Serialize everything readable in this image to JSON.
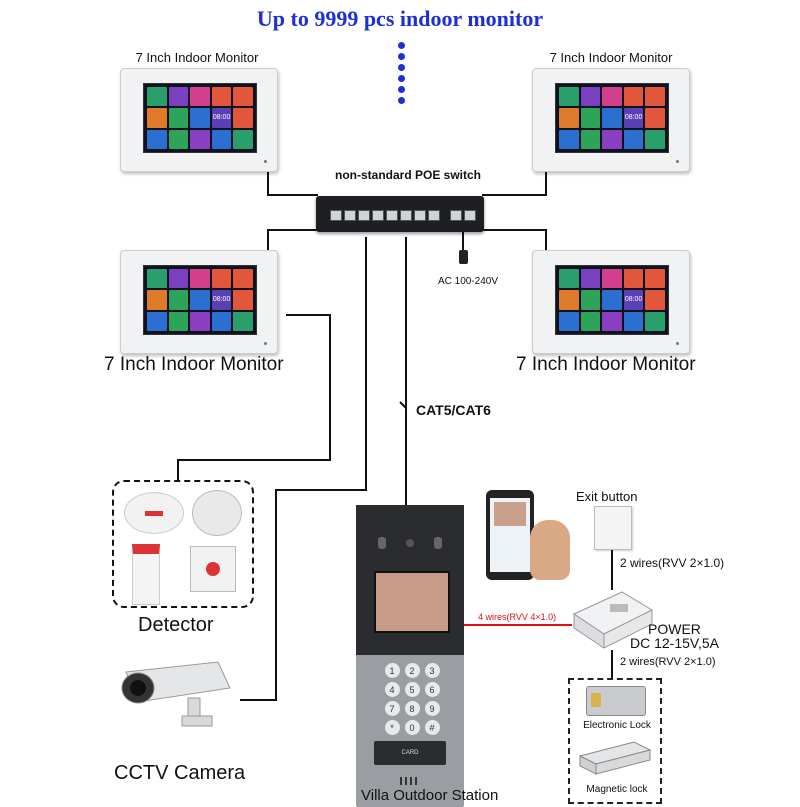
{
  "headline": "Up to 9999 pcs indoor monitor",
  "colors": {
    "headline": "#1d2fd6",
    "cable_red": "#dd1111",
    "wire_black": "#111111"
  },
  "monitors": {
    "top_left_label": "7 Inch Indoor Monitor",
    "top_right_label": "7 Inch Indoor Monitor",
    "mid_left_label": "7 Inch Indoor Monitor",
    "mid_right_label": "7 Inch Indoor Monitor",
    "screen_time": "08:00"
  },
  "switch": {
    "label": "non-standard POE switch",
    "power_label": "AC 100-240V"
  },
  "cable_label": "CAT5/CAT6",
  "outdoor_station": {
    "label": "Villa Outdoor Station",
    "keys": [
      "1",
      "2",
      "3",
      "4",
      "5",
      "6",
      "7",
      "8",
      "9",
      "*",
      "0",
      "#"
    ],
    "card_text": "CARD"
  },
  "detector_label": "Detector",
  "cctv_label": "CCTV Camera",
  "exit_button_label": "Exit button",
  "wires_exit": "2 wires(RVV 2×1.0)",
  "wires_station": "4 wires(RVV 4×1.0)",
  "power": {
    "title": "POWER",
    "spec": "DC 12-15V,5A"
  },
  "wires_lock": "2 wires(RVV 2×1.0)",
  "locks": {
    "electronic": "Electronic Lock",
    "magnetic": "Magnetic lock"
  }
}
